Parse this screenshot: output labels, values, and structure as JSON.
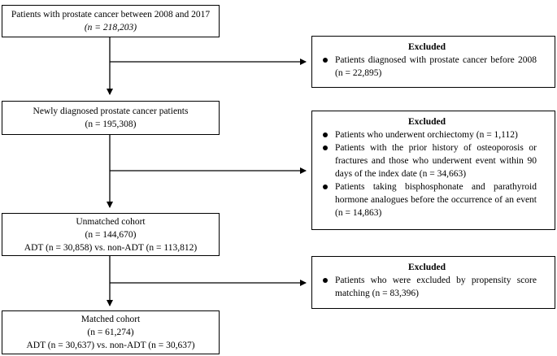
{
  "main_boxes": [
    {
      "lines": [
        "Patients with prostate cancer between 2008 and 2017",
        "(n = 218,203)"
      ]
    },
    {
      "lines": [
        "Newly diagnosed prostate cancer patients",
        "(n = 195,308)"
      ]
    },
    {
      "lines": [
        "Unmatched cohort",
        "(n = 144,670)",
        "ADT (n = 30,858) vs. non-ADT (n = 113,812)"
      ]
    },
    {
      "lines": [
        "Matched cohort",
        "(n = 61,274)",
        "ADT (n = 30,637) vs. non-ADT (n = 30,637)"
      ]
    }
  ],
  "excluded_boxes": [
    {
      "title": "Excluded",
      "items": [
        "Patients diagnosed with prostate cancer before 2008 (n = 22,895)"
      ]
    },
    {
      "title": "Excluded",
      "items": [
        "Patients who underwent orchiectomy (n = 1,112)",
        "Patients with the prior history of osteoporosis or fractures and those who underwent event within 90 days of the index date (n = 34,663)",
        "Patients taking bisphosphonate and parathyroid hormone analogues before the occurrence of an event (n = 14,863)"
      ]
    },
    {
      "title": "Excluded",
      "items": [
        "Patients who were excluded by propensity score matching (n = 83,396)"
      ]
    }
  ]
}
